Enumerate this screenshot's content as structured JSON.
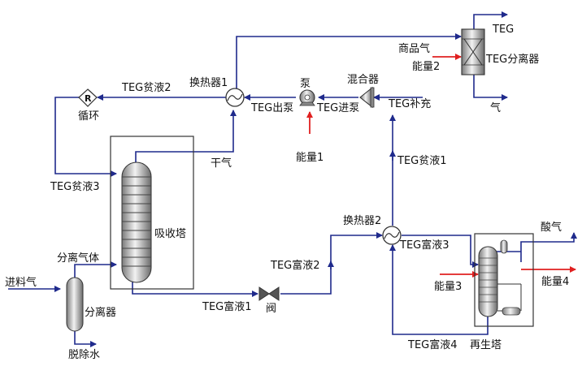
{
  "colors": {
    "pipe": "#1f2a8c",
    "energy": "#e02020",
    "vessel_light": "#e8e8e8",
    "vessel_dark": "#7a7a7a",
    "text": "#111111"
  },
  "labels": {
    "feed_gas": "进料气",
    "separator": "分离器",
    "water_out": "脱除水",
    "separated_gas": "分离气体",
    "absorber": "吸收塔",
    "dry_gas": "干气",
    "lean3": "TEG贫液3",
    "recycle": "循环",
    "recycle_symbol": "R",
    "lean2": "TEG贫液2",
    "hx1": "换热器1",
    "pump_out": "TEG出泵",
    "pump": "泵",
    "pump_in": "TEG进泵",
    "mixer": "混合器",
    "makeup": "TEG补充",
    "energy1": "能量1",
    "lean1": "TEG贫液1",
    "product_gas": "商品气",
    "energy2": "能量2",
    "teg_out": "TEG",
    "teg_separator": "TEG分离器",
    "gas_out": "气",
    "rich1": "TEG富液1",
    "valve": "阀",
    "rich2": "TEG富液2",
    "hx2": "换热器2",
    "rich3": "TEG富液3",
    "acid_gas": "酸气",
    "energy3": "能量3",
    "energy4": "能量4",
    "rich4": "TEG富液4",
    "regenerator": "再生塔"
  }
}
